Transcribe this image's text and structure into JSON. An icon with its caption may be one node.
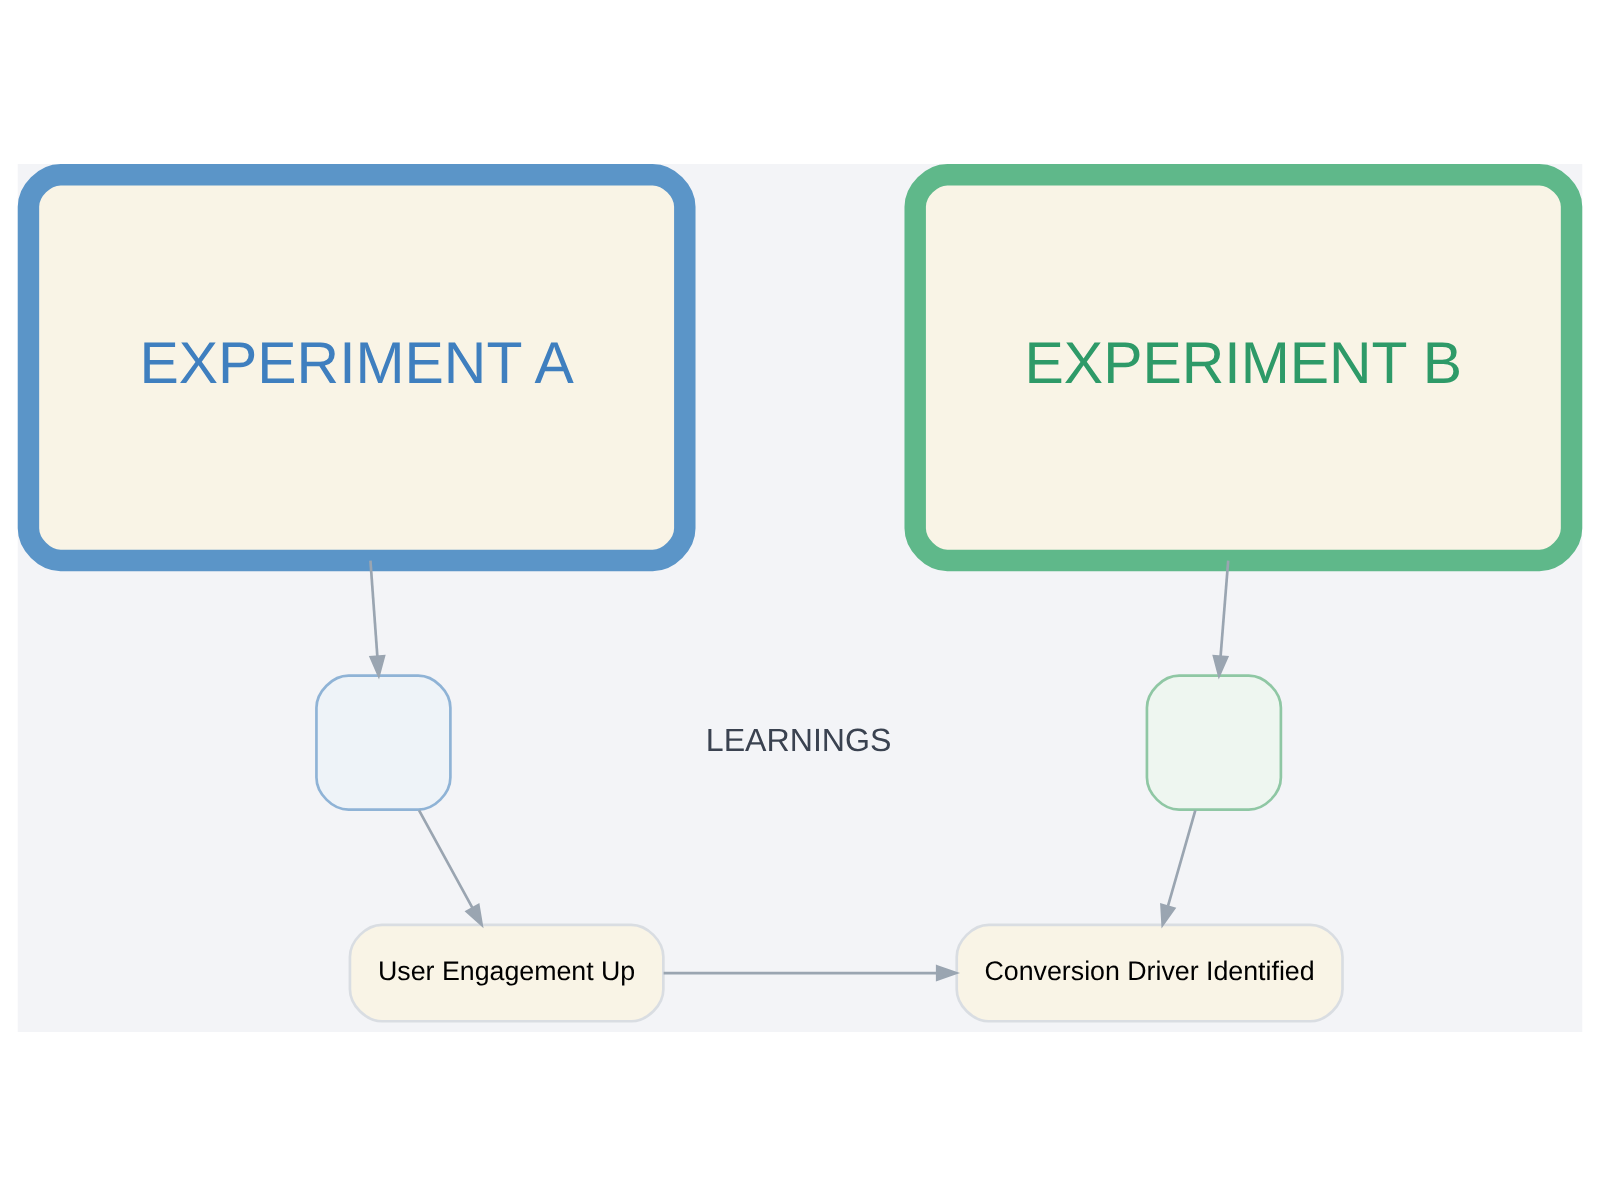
{
  "diagram": {
    "nodes": [
      {
        "text": [
          "EXPERIMENT A"
        ]
      },
      {
        "text": [
          "EXPERIMENT B"
        ]
      },
      {
        "text": [],
        "shape": "box"
      },
      {
        "text": [],
        "shape": "box"
      },
      {
        "text": [
          "User Engagement Up"
        ]
      },
      {
        "text": [
          "Conversion Driver Identified"
        ]
      }
    ],
    "edges": [
      {
        "from": 0,
        "to": 2,
        "arrow": "to"
      },
      {
        "from": 1,
        "to": 3,
        "arrow": "to"
      },
      {
        "from": 2,
        "to": 4,
        "arrow": "to"
      },
      {
        "from": 4,
        "to": 5,
        "arrow": "to"
      },
      {
        "from": 3,
        "to": 5,
        "arrow": "to"
      }
    ],
    "labels": [
      "LEARNINGS"
    ]
  }
}
